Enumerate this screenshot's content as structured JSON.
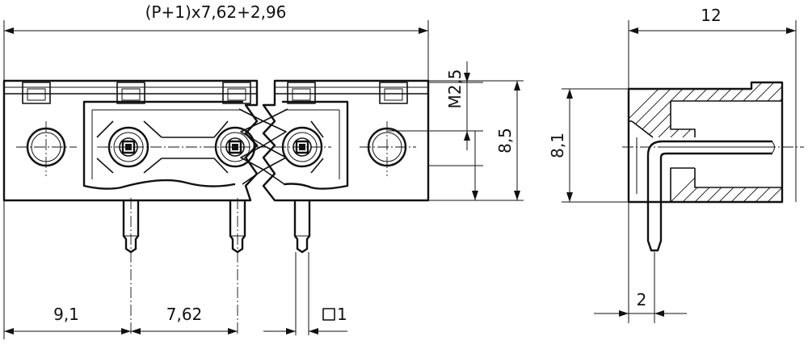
{
  "dimensions": {
    "overall_width": "(P+1)x7,62+2,96",
    "depth": "12",
    "screw_size": "M2,5",
    "height_body": "8,5",
    "height_side": "8,1",
    "edge_to_pin": "9,1",
    "pitch": "7,62",
    "pin_square": "1",
    "pin_offset": "2"
  }
}
